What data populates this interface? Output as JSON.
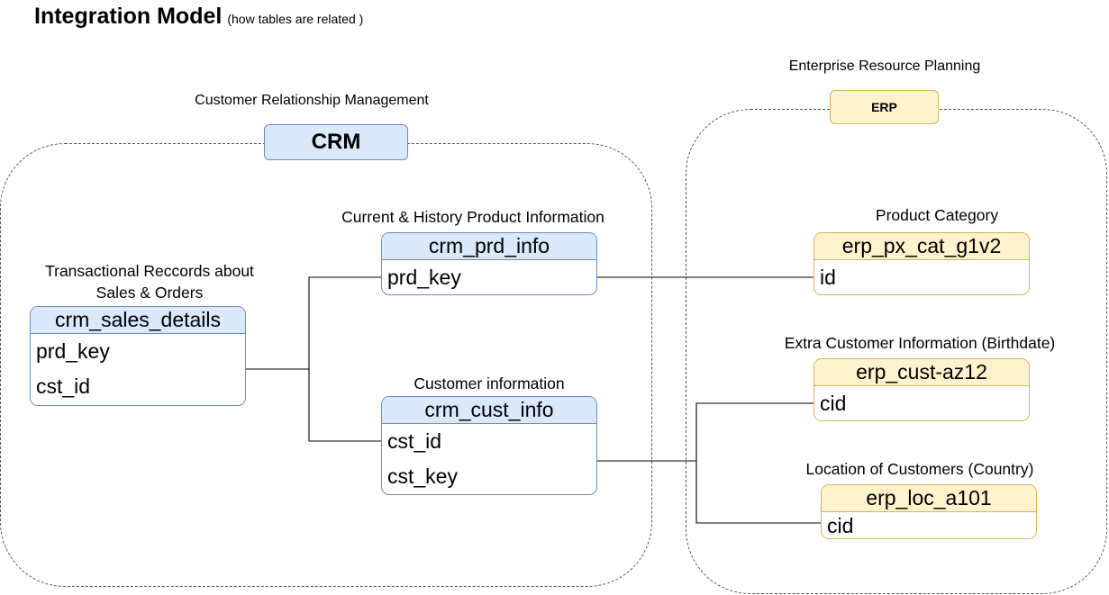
{
  "header": {
    "title": "Integration Model",
    "subtitle": "(how tables are related )"
  },
  "crm": {
    "group_caption": "Customer Relationship Management",
    "badge": "CRM",
    "tables": {
      "sales": {
        "caption_line1": "Transactional Reccords about",
        "caption_line2": "Sales & Orders",
        "name": "crm_sales_details",
        "fields": [
          "prd_key",
          "cst_id"
        ]
      },
      "prd": {
        "caption": "Current & History Product Information",
        "name": "crm_prd_info",
        "fields": [
          "prd_key"
        ]
      },
      "cust": {
        "caption": "Customer information",
        "name": "crm_cust_info",
        "fields": [
          "cst_id",
          "cst_key"
        ]
      }
    }
  },
  "erp": {
    "group_caption": "Enterprise Resource Planning",
    "badge": "ERP",
    "tables": {
      "pxcat": {
        "caption": "Product Category",
        "name": "erp_px_cat_g1v2",
        "fields": [
          "id"
        ]
      },
      "cust": {
        "caption": "Extra Customer Information (Birthdate)",
        "name": "erp_cust-az12",
        "fields": [
          "cid"
        ]
      },
      "loc": {
        "caption": "Location of Customers (Country)",
        "name": "erp_loc_a101",
        "fields": [
          "cid"
        ]
      }
    }
  },
  "colors": {
    "crm_fill": "#dae8fc",
    "crm_stroke": "#6c8ebf",
    "erp_fill": "#fff2cc",
    "erp_stroke": "#d6b656"
  }
}
